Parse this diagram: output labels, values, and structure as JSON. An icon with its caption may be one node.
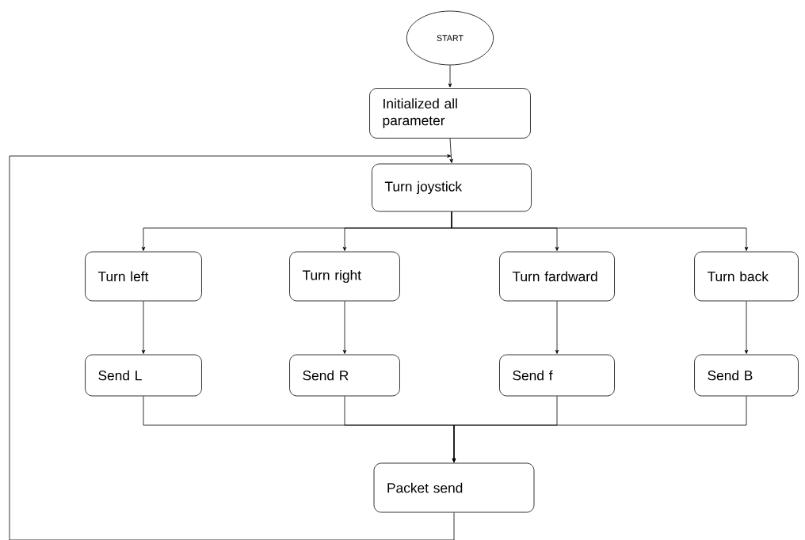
{
  "diagram": {
    "nodes": [
      {
        "text": [
          "START"
        ]
      },
      {
        "text": [
          "Initialized all parameter"
        ]
      },
      {
        "text": [
          "Turn joystick"
        ]
      },
      {
        "text": [
          "Turn left"
        ]
      },
      {
        "text": [
          "Turn right"
        ]
      },
      {
        "text": [
          "Turn fardward"
        ]
      },
      {
        "text": [
          "Turn back"
        ]
      },
      {
        "text": [
          "Send L"
        ]
      },
      {
        "text": [
          "Send R"
        ]
      },
      {
        "text": [
          "Send f"
        ]
      },
      {
        "text": [
          "Send B"
        ]
      },
      {
        "text": [
          "Packet send"
        ]
      }
    ],
    "edges": [
      {
        "from": 0,
        "to": 1,
        "arrow": "to"
      },
      {
        "from": 1,
        "to": 2,
        "arrow": "to"
      },
      {
        "from": 2,
        "to": 3,
        "arrow": "to"
      },
      {
        "from": 2,
        "to": 4,
        "arrow": "to"
      },
      {
        "from": 2,
        "to": 5,
        "arrow": "to"
      },
      {
        "from": 2,
        "to": 6,
        "arrow": "to"
      },
      {
        "from": 3,
        "to": 7,
        "arrow": "to"
      },
      {
        "from": 4,
        "to": 8,
        "arrow": "to"
      },
      {
        "from": 5,
        "to": 9,
        "arrow": "to"
      },
      {
        "from": 6,
        "to": 10,
        "arrow": "to"
      },
      {
        "from": 7,
        "to": 11,
        "arrow": "to"
      },
      {
        "from": 8,
        "to": 11,
        "arrow": "to"
      },
      {
        "from": 9,
        "to": 11,
        "arrow": "to"
      },
      {
        "from": 10,
        "to": 11,
        "arrow": "to"
      },
      {
        "from": 11,
        "to": 2,
        "arrow": "to"
      }
    ]
  }
}
